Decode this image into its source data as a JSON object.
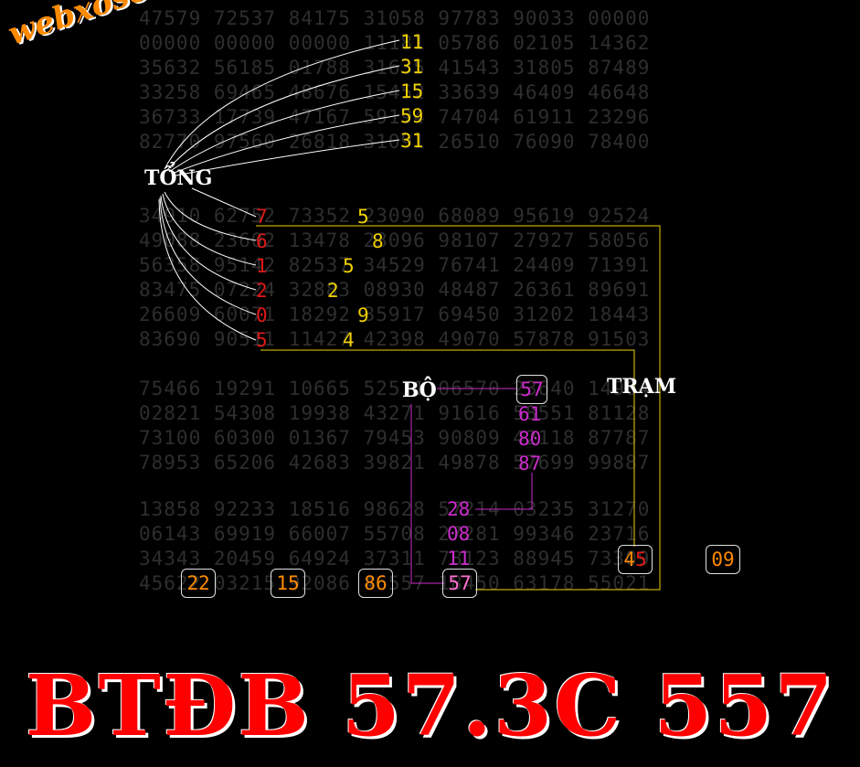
{
  "logo_text": "webxoso.net",
  "labels": {
    "tong": "TỔNG",
    "bo": "BỘ",
    "tram": "TRẠM"
  },
  "banner": "BTĐB 57.3C 557",
  "rows": [
    "47579 72537 84175 31058 97783 90033 00000",
    "00000 00000 00000 11181 05786 02105 14362",
    "35632 56185 01788 31635 41543 31805 87489",
    "33258 69465 48676 15452 33639 46409 46648",
    "36733 17739 47167 59194 74704 61911 23296",
    "82770 97560 26818 31091 26510 76090 78400",
    "34910 62752 73352 23090 68089 95619 92524",
    "49088 23602 13478 23096 98107 27927 58056",
    "56358 95142 82537 34529 76741 24409 71391",
    "83475 07224 32883 08930 48487 26361 89691",
    "26609 60071 18292 35917 69450 31202 18443",
    "83690 90511 11427 42398 49070 57878 91503",
    "75466 19291 10665 52571 06570 23640 14904",
    "02821 54308 19938 43271 91616 58551 81128",
    "73100 60300 01367 79453 90809 42118 87787",
    "78953 65206 42683 39821 49878 57699 99887",
    "13858 92233 18516 98628 57214 03235 31270",
    "06143 69919 66007 55708 27281 99346 23716",
    "34343 20459 64924 37311 78123 88945 73309",
    "45622 03215 92086 46557 18450 63178 55021"
  ],
  "tong_sums": [
    "11",
    "31",
    "15",
    "59",
    "31"
  ],
  "red_digits": [
    "7",
    "6",
    "1",
    "2",
    "0",
    "5"
  ],
  "yellow_digits": [
    "5",
    "8",
    "5",
    "2",
    "9",
    "4"
  ],
  "bo_digits": [
    "57",
    "61",
    "80",
    "87"
  ],
  "bo_lower": [
    "28",
    "08",
    "11"
  ],
  "boxes": [
    {
      "text": "22",
      "color": "#ff8a00"
    },
    {
      "text": "15",
      "color": "#ff8a00"
    },
    {
      "text": "86",
      "color": "#ff8a00"
    },
    {
      "text": "57",
      "color": "#ff6fd0"
    },
    {
      "text": "45",
      "color": "#ff8a00"
    },
    {
      "text": "09",
      "color": "#ff8a00"
    }
  ],
  "tram_box_second_digit": "5",
  "colors": {
    "red": "#e01919",
    "yellow": "#f0d000",
    "magenta": "#cc2ccc",
    "orange": "#ff8a00"
  }
}
